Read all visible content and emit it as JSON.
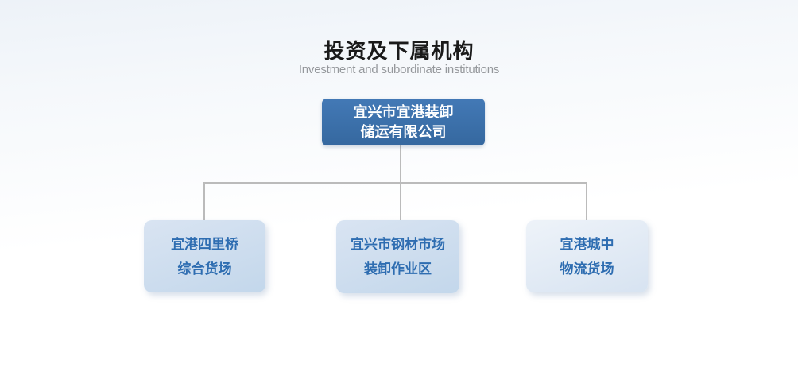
{
  "page": {
    "title": "投资及下属机构",
    "subtitle": "Investment and subordinate institutions"
  },
  "org_chart": {
    "root": {
      "name": "parent-company",
      "lines": [
        "宜兴市宜港装卸",
        "储运有限公司"
      ]
    },
    "children": [
      {
        "name": "subsidiary-1",
        "lines": [
          "宜港四里桥",
          "综合货场"
        ]
      },
      {
        "name": "subsidiary-2",
        "lines": [
          "宜兴市钢材市场",
          "装卸作业区"
        ]
      },
      {
        "name": "subsidiary-3",
        "lines": [
          "宜港城中",
          "物流货场"
        ]
      }
    ]
  },
  "colors": {
    "title_text": "#1a1a1a",
    "subtitle_text": "#95989c",
    "root_box": "#3b71ad",
    "root_text": "#ffffff",
    "child_text": "#2e6db1",
    "child_fill_top": "#d9e4f2",
    "child_fill_bottom": "#c3d7eb",
    "connector": "#bbbbbb"
  }
}
